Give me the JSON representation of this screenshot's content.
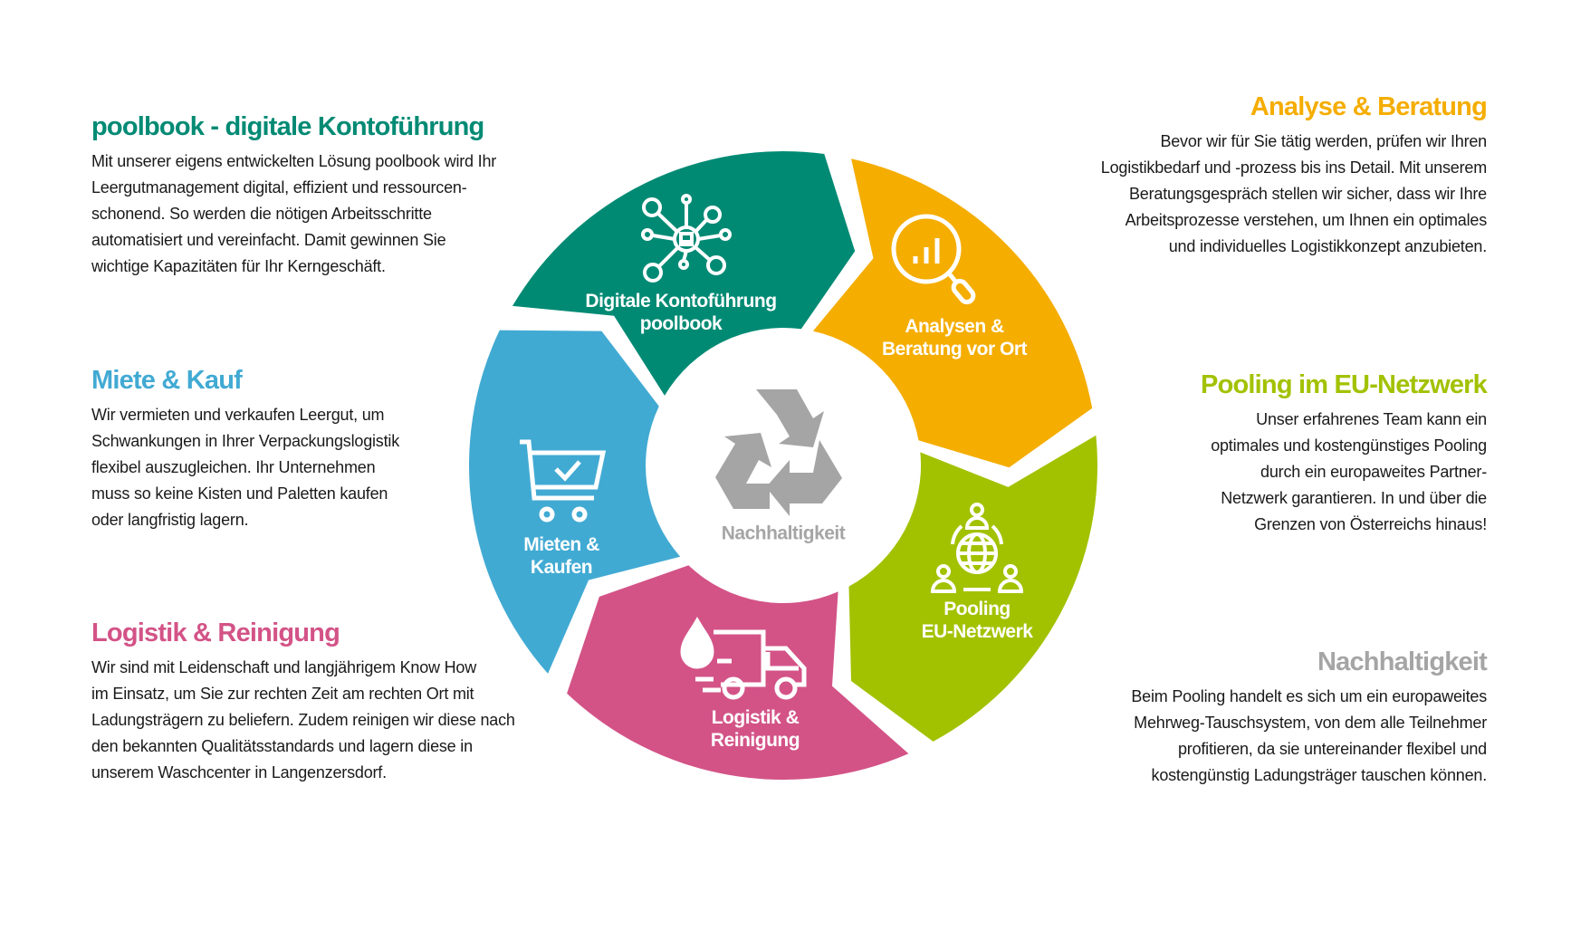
{
  "colors": {
    "teal": "#008a74",
    "orange": "#f5ad00",
    "green": "#a2c200",
    "pink": "#d35387",
    "blue": "#41aad3",
    "grey": "#a5a5a5"
  },
  "left": [
    {
      "title": "poolbook - digitale Kontoführung",
      "color": "#008a74",
      "lines": [
        "Mit unserer eigens entwickelten Lösung poolbook wird Ihr",
        "Leergutmanagement digital, effizient und ressourcen-",
        "schonend. So werden die nötigen Arbeitsschritte",
        "automatisiert und vereinfacht. Damit gewinnen Sie",
        "wichtige Kapazitäten für Ihr Kerngeschäft."
      ]
    },
    {
      "title": "Miete & Kauf",
      "color": "#41aad3",
      "lines": [
        "Wir vermieten und verkaufen Leergut, um",
        "Schwankungen in Ihrer Verpackungslogistik",
        "flexibel auszugleichen. Ihr Unternehmen",
        "muss so keine Kisten und Paletten kaufen",
        "oder langfristig lagern."
      ]
    },
    {
      "title": "Logistik & Reinigung",
      "color": "#d35387",
      "lines": [
        "Wir sind mit Leidenschaft und langjährigem Know How",
        "im Einsatz, um Sie zur rechten Zeit am rechten Ort mit",
        "Ladungsträgern zu beliefern. Zudem reinigen wir diese nach",
        "den bekannten Qualitätsstandards und lagern diese in",
        "unserem Waschcenter in Langenzersdorf."
      ]
    }
  ],
  "right": [
    {
      "title": "Analyse & Beratung",
      "color": "#f5ad00",
      "lines": [
        "Bevor wir für Sie tätig werden, prüfen wir Ihren",
        "Logistikbedarf und -prozess bis ins Detail. Mit unserem",
        "Beratungsgespräch stellen wir sicher, dass wir Ihre",
        "Arbeitsprozesse verstehen, um Ihnen ein optimales",
        "und individuelles Logistikkonzept anzubieten."
      ]
    },
    {
      "title": "Pooling im EU-Netzwerk",
      "color": "#a2c200",
      "lines": [
        "Unser erfahrenes Team kann ein",
        "optimales und kostengünstiges Pooling",
        "durch ein europaweites Partner-",
        "Netzwerk garantieren. In und über die",
        "Grenzen von Österreichs hinaus!"
      ]
    },
    {
      "title": "Nachhaltigkeit",
      "color": "#a5a5a5",
      "lines": [
        "Beim Pooling handelt es sich um ein europaweites",
        "Mehrweg-Tauschsystem, von dem alle Teilnehmer",
        "profitieren, da sie untereinander flexibel und",
        "kostengünstig Ladungsträger tauschen können."
      ]
    }
  ],
  "wheel": {
    "center_label": "Nachhaltigkeit",
    "segments": [
      {
        "name": "digital",
        "lines": [
          "Digitale Kontoführung",
          "poolbook"
        ],
        "icon": "network-icon"
      },
      {
        "name": "analyse",
        "lines": [
          "Analysen &",
          "Beratung vor Ort"
        ],
        "icon": "magnifier-chart-icon"
      },
      {
        "name": "pooling",
        "lines": [
          "Pooling",
          "EU-Netzwerk"
        ],
        "icon": "globe-people-icon"
      },
      {
        "name": "logistik",
        "lines": [
          "Logistik &",
          "Reinigung"
        ],
        "icon": "truck-drop-icon"
      },
      {
        "name": "mieten",
        "lines": [
          "Mieten &",
          "Kaufen"
        ],
        "icon": "cart-check-icon"
      }
    ]
  }
}
